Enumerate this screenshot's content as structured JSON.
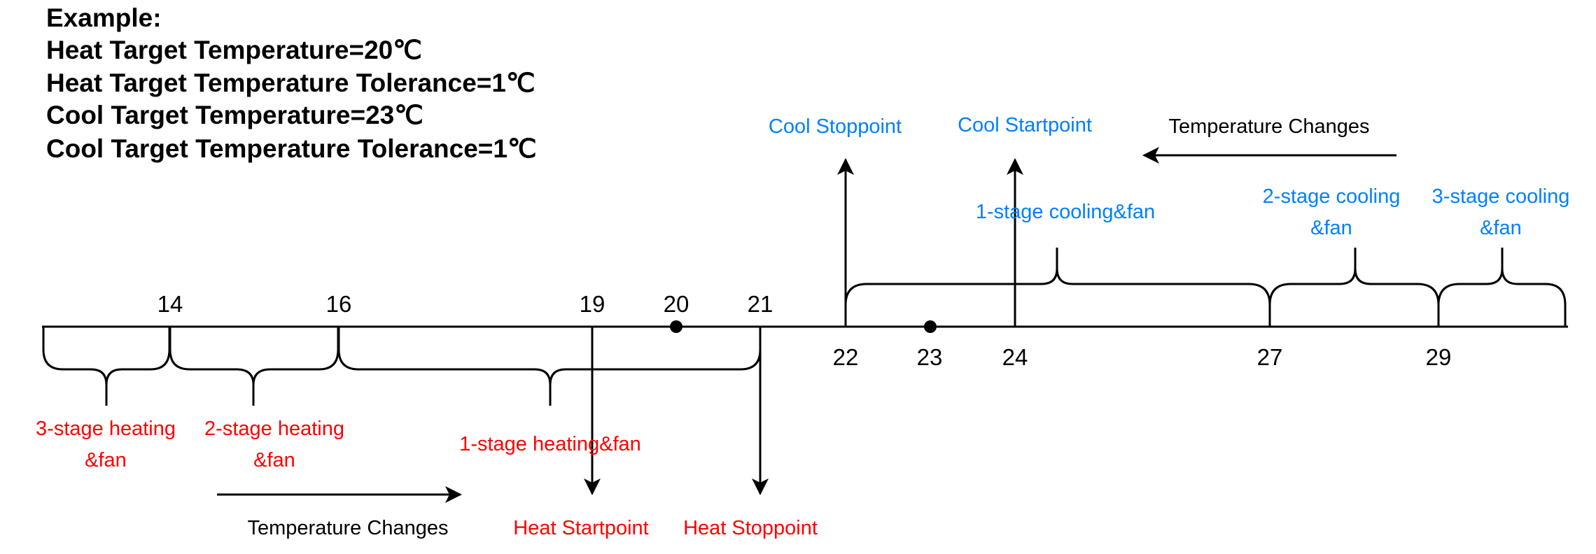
{
  "example": {
    "heading": "Example:",
    "lines": [
      "Heat Target Temperature=20℃",
      "Heat Target Temperature Tolerance=1℃",
      "Cool Target Temperature=23℃",
      "Cool Target Temperature Tolerance=1℃"
    ]
  },
  "colors": {
    "heat": "#ff0000",
    "cool": "#007fff",
    "line": "#000000"
  },
  "axis": {
    "ticks_above": [
      "14",
      "16",
      "19",
      "20",
      "21"
    ],
    "ticks_below": [
      "22",
      "23",
      "24",
      "27",
      "29"
    ]
  },
  "heating": {
    "stage3": [
      "3-stage heating",
      "&fan"
    ],
    "stage2": [
      "2-stage heating",
      "&fan"
    ],
    "stage1": "1-stage heating&fan",
    "startpoint": "Heat Startpoint",
    "stoppoint": "Heat Stoppoint",
    "direction_label": "Temperature Changes"
  },
  "cooling": {
    "stoppoint": "Cool Stoppoint",
    "startpoint": "Cool Startpoint",
    "direction_label": "Temperature Changes",
    "stage1": "1-stage cooling&fan",
    "stage2": [
      "2-stage cooling",
      "&fan"
    ],
    "stage3": [
      "3-stage cooling",
      "&fan"
    ]
  }
}
